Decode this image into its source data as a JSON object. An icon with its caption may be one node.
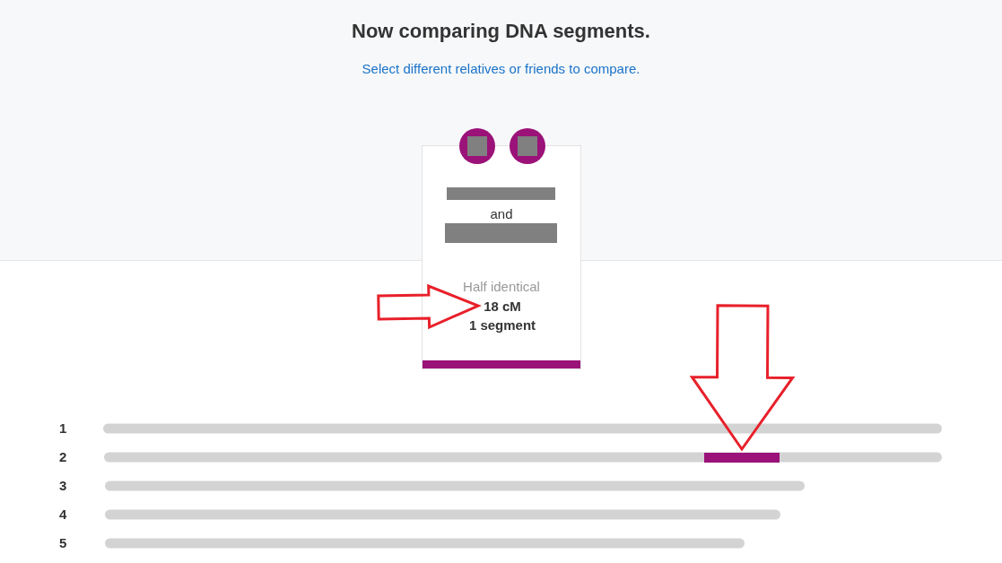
{
  "diagram": {
    "title": "Now comparing DNA segments.",
    "caption": "Select different relatives or friends to compare.",
    "nodes": [
      {
        "text": [
          "and",
          "Half identical"
        ]
      },
      {
        "text": [
          "18 cM"
        ],
        "in": 0
      },
      {
        "text": [
          "1 segment"
        ],
        "in": 0
      },
      {
        "text": [],
        "shape": "bar"
      }
    ],
    "edges": [
      {
        "from": null,
        "to": 1,
        "arrow": "to"
      },
      {
        "from": null,
        "to": 3,
        "arrow": "to"
      }
    ],
    "labels": [
      "1",
      "2",
      "3",
      "4",
      "5"
    ]
  }
}
